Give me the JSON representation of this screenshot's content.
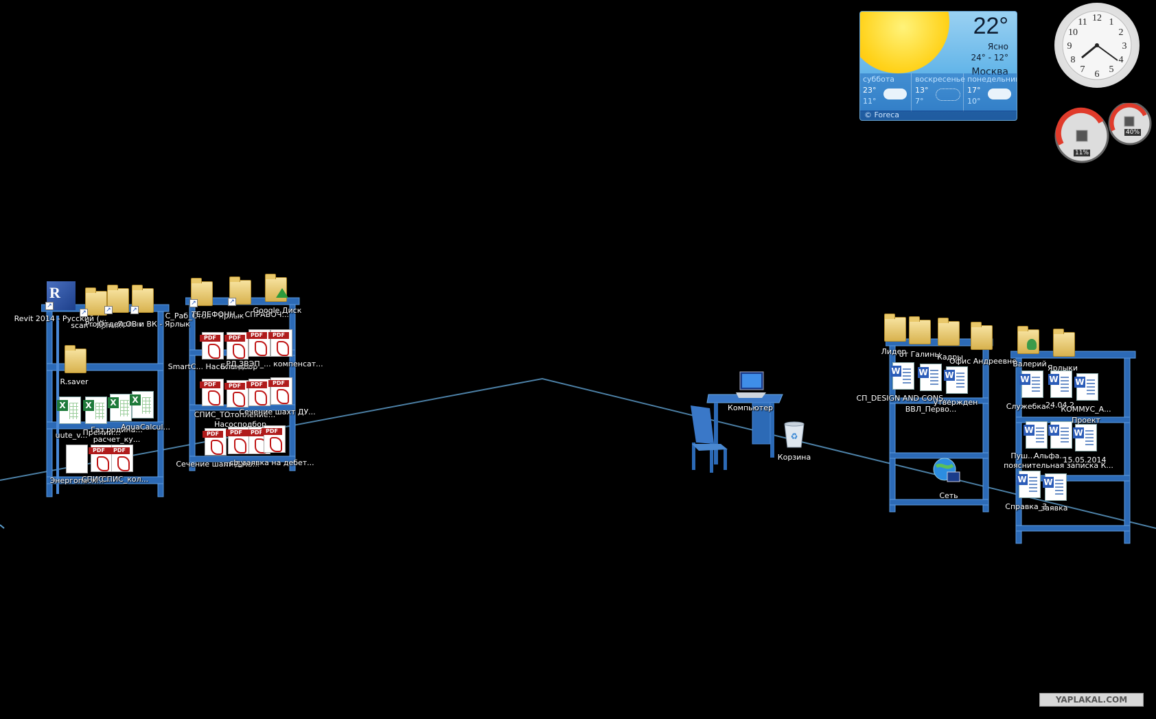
{
  "desktop": {
    "left_shelf_a": {
      "revit": "Revit 2014 - Русский (...",
      "scan": "scan - Ярлык",
      "project": "Projec... Ярлык",
      "ov_vk": "Отдел ОВ и ВК - Ярлык",
      "rsaver": "R.saver",
      "excel1": "uute_v...",
      "excel2": "Премии...",
      "excel3": "Газ родина...",
      "excel4": "AquaCalcul...",
      "excel_note": "расчет_ку...",
      "energo": "Энергопасп...",
      "spis1": "СПИС...",
      "spis2": "СПИС_кол..."
    },
    "left_shelf_b": {
      "c_rab": "C_Раб_Стол - Ярлык",
      "telefon": "ТЕЛЕФОНН... СПРАВОЧ...",
      "gdisk": "Google Диск",
      "smartc": "SmartC... Насосподбор",
      "blank": "Бланк...",
      "rd": "РД ЗВЭП_... компенсат...",
      "spis_t": "СПИС_Т...",
      "otoplenie": "Отопление...",
      "sechenie1": "Сечение шахт ДУ...",
      "nasos": "Насосподбор",
      "sechenie2": "Сечение шахт ДУ...",
      "pismo": "письмо...",
      "zayavka": "cb_заявка на дебет..."
    },
    "center": {
      "computer": "Компьютер",
      "recycle": "Корзина"
    },
    "right_shelf_a": {
      "lider": "Лидер",
      "galina": "от Галины",
      "kadry": "Кадры",
      "ofis": "Офис Андреевне",
      "design": "СП_DESIGN AND CONS...",
      "vvl": "ВВЛ_Перво...",
      "utverzhden": "утвержден",
      "set": "Сеть"
    },
    "right_shelf_b": {
      "valeriy": "Валерий",
      "yarlyki": "Ярлыки",
      "sluzhebka": "Служебка...",
      "date1": "24.04.2",
      "kommus": "КОММУС_А...",
      "proekt": "Проект",
      "push": "Пуш...",
      "alf": "Альфа...",
      "note": "пояснительная записка К...",
      "date2": "15.05.2014",
      "spravka": "Справка_3...",
      "zayavka": "заявка"
    }
  },
  "weather": {
    "temp": "22°",
    "condition": "Ясно",
    "range": "24° - 12°",
    "city": "Москва",
    "days": [
      {
        "name": "суббота",
        "hi": "23°",
        "lo": "11°"
      },
      {
        "name": "воскресенье",
        "hi": "13°",
        "lo": "7°"
      },
      {
        "name": "понедельник",
        "hi": "17°",
        "lo": "10°"
      }
    ],
    "provider": "© Foreca"
  },
  "clock": {
    "numerals": [
      "12",
      "1",
      "2",
      "3",
      "4",
      "5",
      "6",
      "7",
      "8",
      "9",
      "10",
      "11"
    ]
  },
  "meters": {
    "cpu": "11%",
    "mem": "40%"
  },
  "watermark": "YAPLAKAL.COM",
  "colors": {
    "background": "#000000",
    "shelf": "#3a78c8",
    "floor_line": "#5fa0d0"
  }
}
